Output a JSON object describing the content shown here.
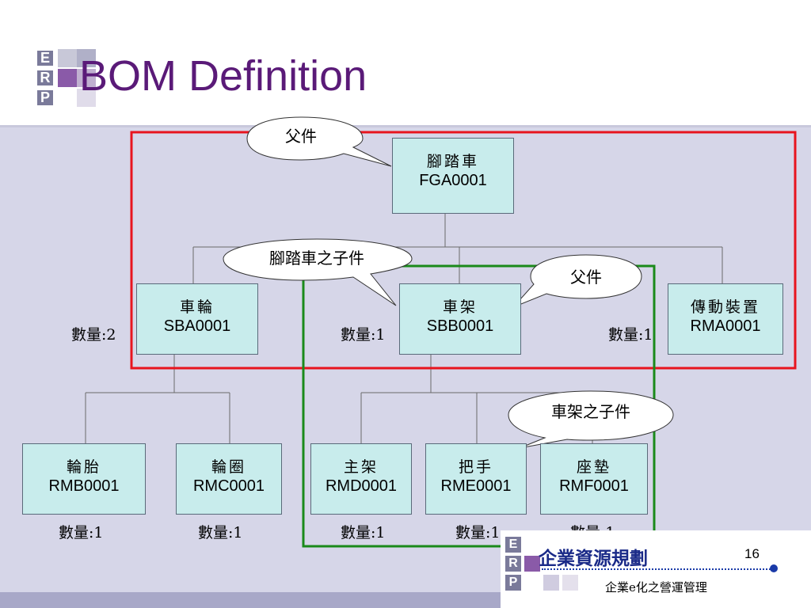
{
  "slide": {
    "title": "BOM Definition",
    "page_number": "16"
  },
  "logo": {
    "letters": [
      "E",
      "R",
      "P"
    ]
  },
  "nodes": {
    "root": {
      "name": "腳踏車",
      "code": "FGA0001"
    },
    "sba": {
      "name": "車輪",
      "code": "SBA0001",
      "qty": "數量:2"
    },
    "sbb": {
      "name": "車架",
      "code": "SBB0001",
      "qty": "數量:1"
    },
    "rma": {
      "name": "傳動裝置",
      "code": "RMA0001",
      "qty": "數量:1"
    },
    "rmb": {
      "name": "輪胎",
      "code": "RMB0001",
      "qty": "數量:1"
    },
    "rmc": {
      "name": "輪圈",
      "code": "RMC0001",
      "qty": "數量:1"
    },
    "rmd": {
      "name": "主架",
      "code": "RMD0001",
      "qty": "數量:1"
    },
    "rme": {
      "name": "把手",
      "code": "RME0001",
      "qty": "數量:1"
    },
    "rmf": {
      "name": "座墊",
      "code": "RMF0001",
      "qty": "數量:1"
    }
  },
  "callouts": {
    "parent1": "父件",
    "child_of_bike": "腳踏車之子件",
    "parent2": "父件",
    "child_of_frame": "車架之子件"
  },
  "footer_badge": {
    "title": "企業資源規劃",
    "subtitle": "企業e化之營運管理"
  },
  "colors": {
    "title": "#5a1a78",
    "node_fill": "#c8ecec",
    "red_frame": "#e8141e",
    "green_frame": "#1a8a1a",
    "background": "#d6d6e8"
  }
}
